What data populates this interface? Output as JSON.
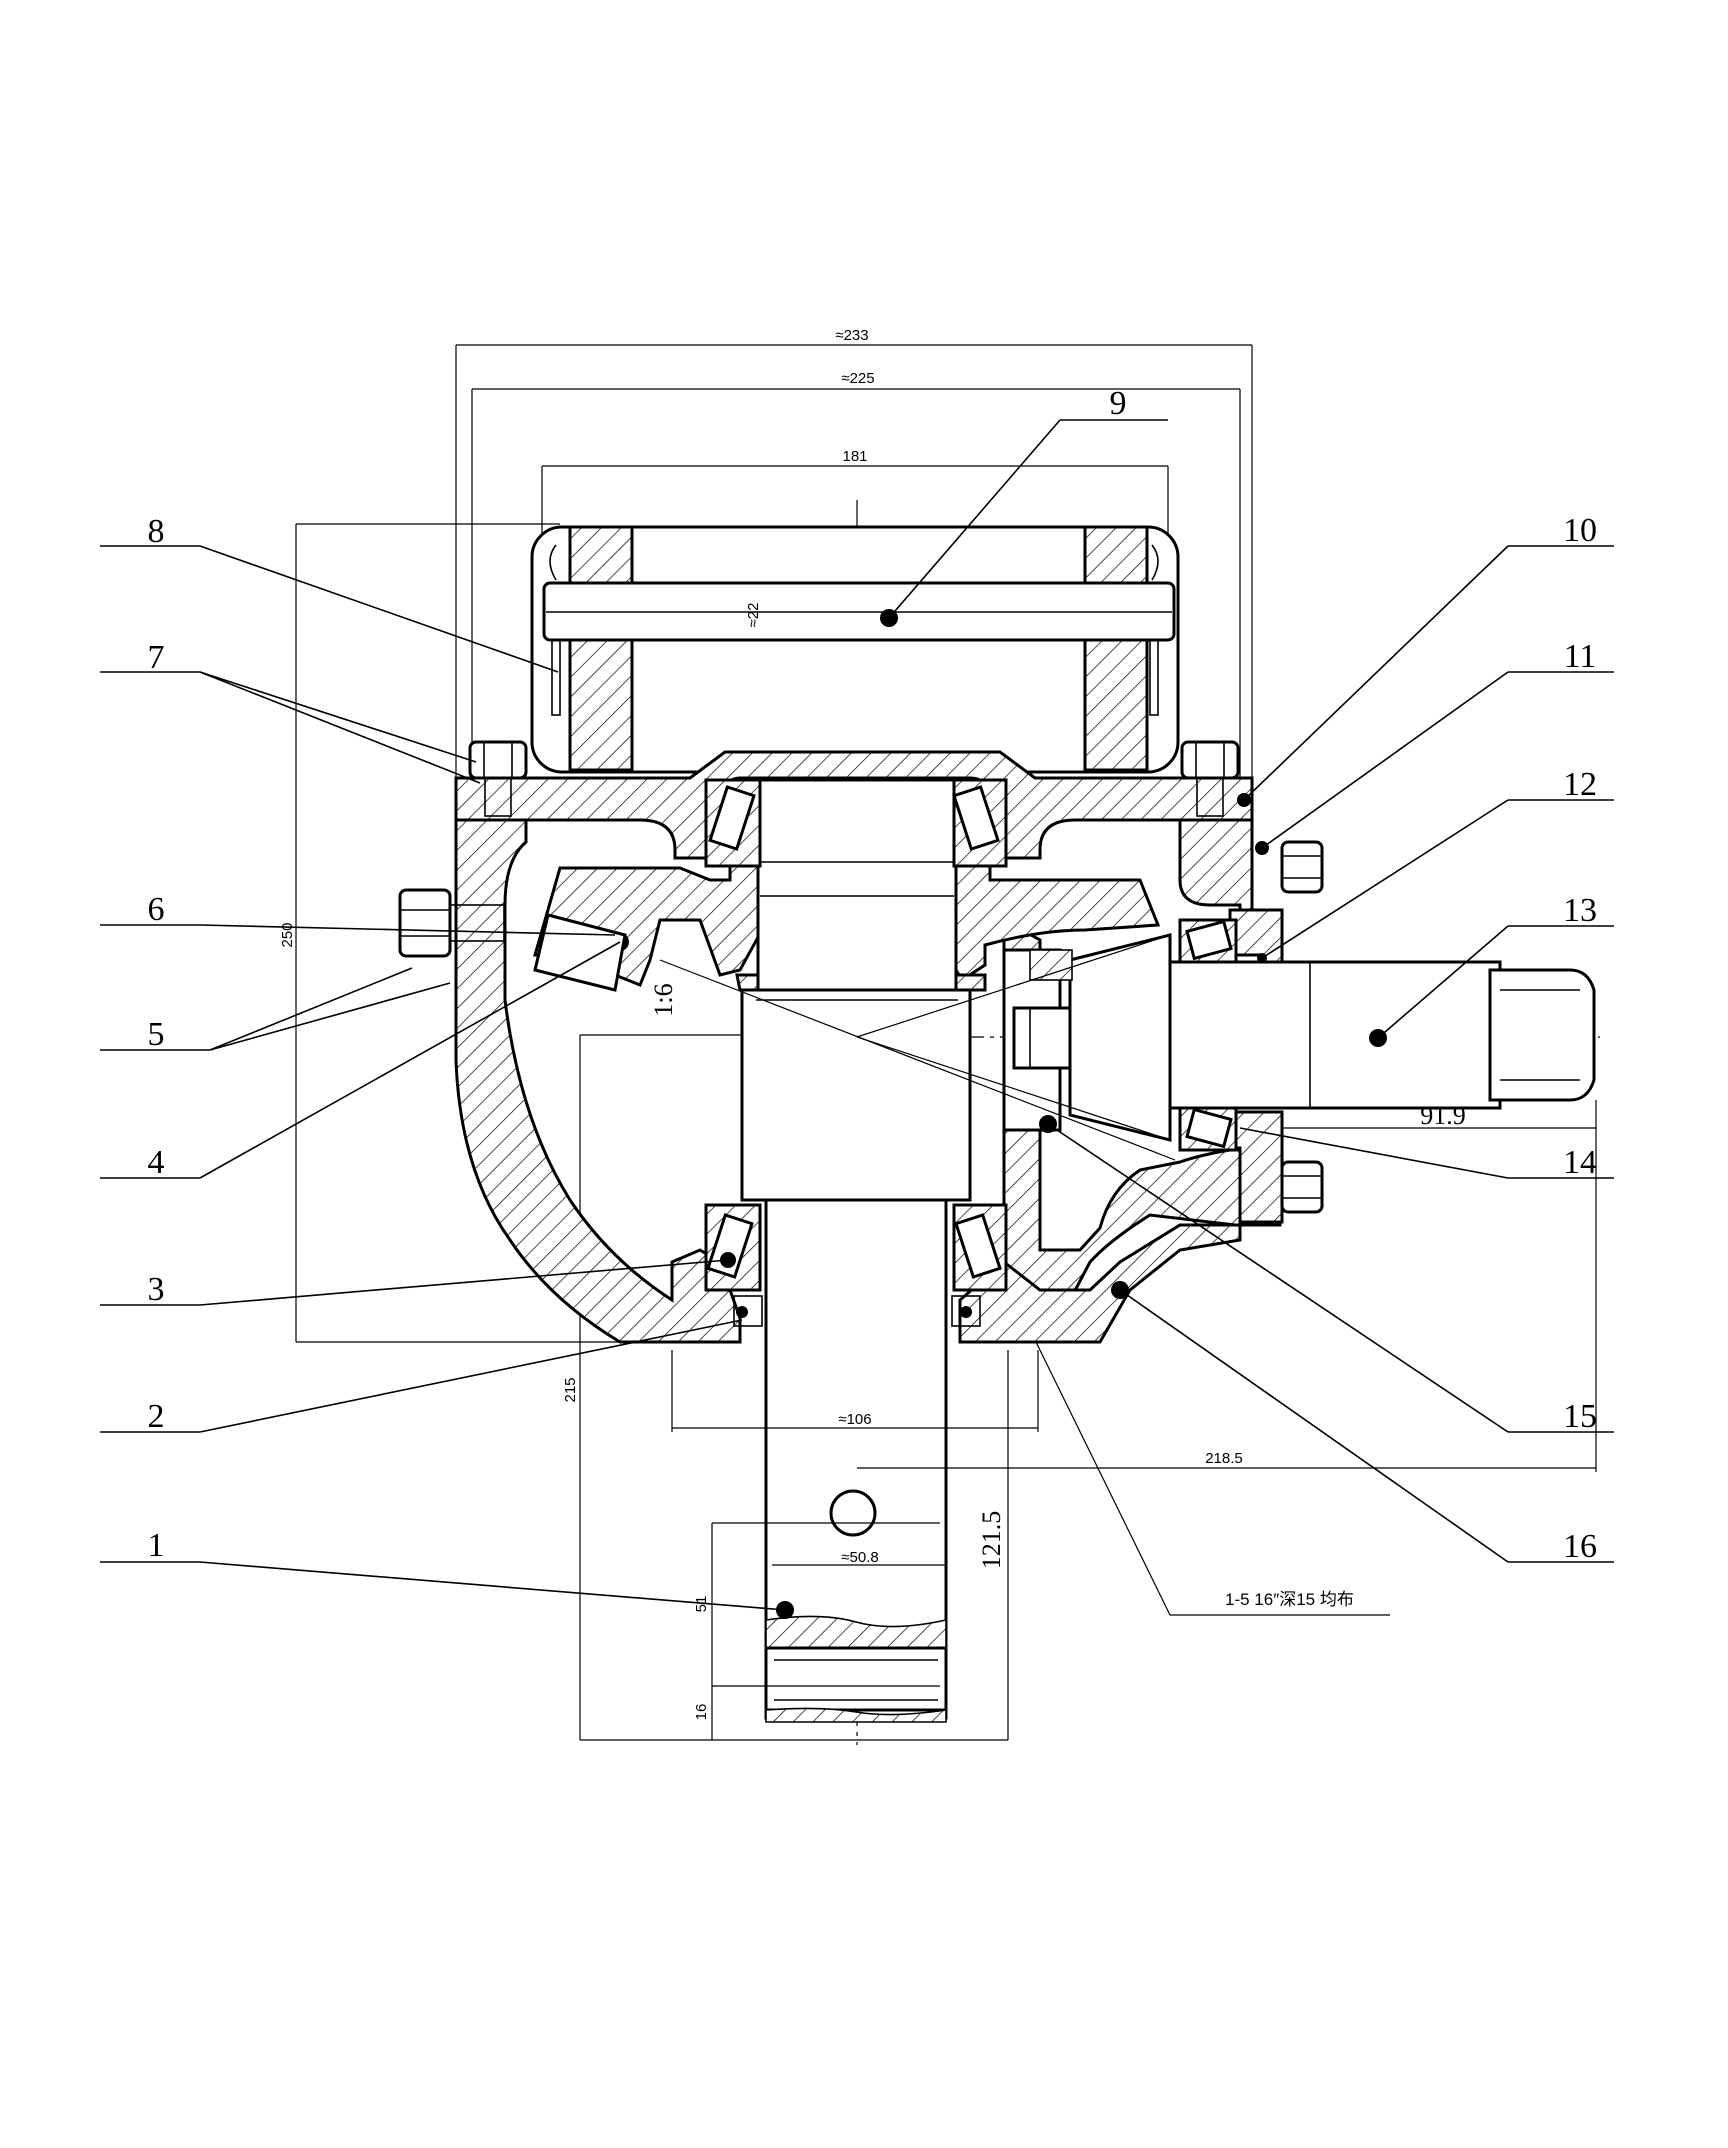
{
  "parts": [
    {
      "number": "1"
    },
    {
      "number": "2"
    },
    {
      "number": "3"
    },
    {
      "number": "4"
    },
    {
      "number": "5"
    },
    {
      "number": "6"
    },
    {
      "number": "7"
    },
    {
      "number": "8"
    },
    {
      "number": "9"
    },
    {
      "number": "10"
    },
    {
      "number": "11"
    },
    {
      "number": "12"
    },
    {
      "number": "13"
    },
    {
      "number": "14"
    },
    {
      "number": "15"
    },
    {
      "number": "16"
    }
  ],
  "dimensions": {
    "top_overall": "≈233",
    "top_inner": "≈225",
    "pulley_width": "181",
    "pin_dia": "≈22",
    "height_left": "250",
    "height_shaft": "215",
    "hub_dia": "≈106",
    "output_len": "218.5",
    "input_ext": "91.9",
    "shaft_dia": "≈50.8",
    "shaft_len": "121.5",
    "key_len": "51",
    "end_len": "16",
    "cone_angle": "1:6"
  },
  "note": "1-5 16″深15 均布"
}
